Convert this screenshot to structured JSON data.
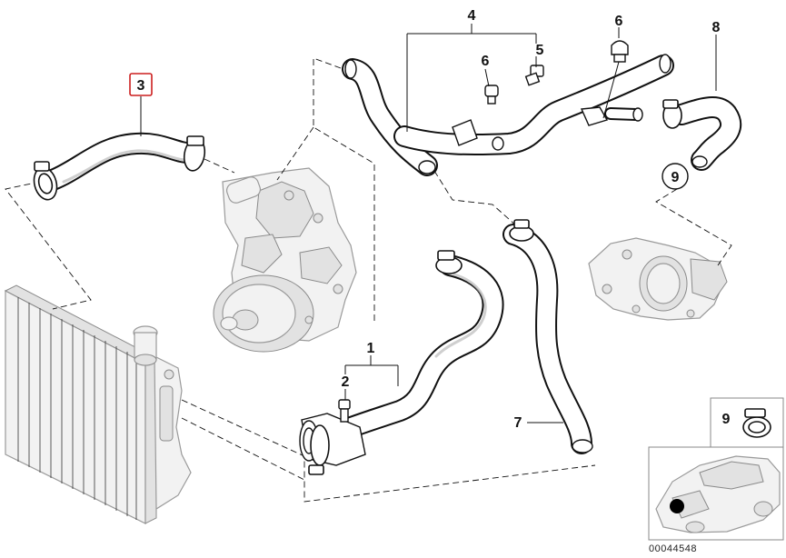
{
  "callouts": {
    "c1": "1",
    "c2": "2",
    "c3": "3",
    "c4": "4",
    "c5": "5",
    "c6a": "6",
    "c6b": "6",
    "c7": "7",
    "c8": "8",
    "c9": "9",
    "c9_inset": "9"
  },
  "reference_number": "00044548",
  "highlight_color": "#cc1f1f",
  "highlighted_callout": "3"
}
